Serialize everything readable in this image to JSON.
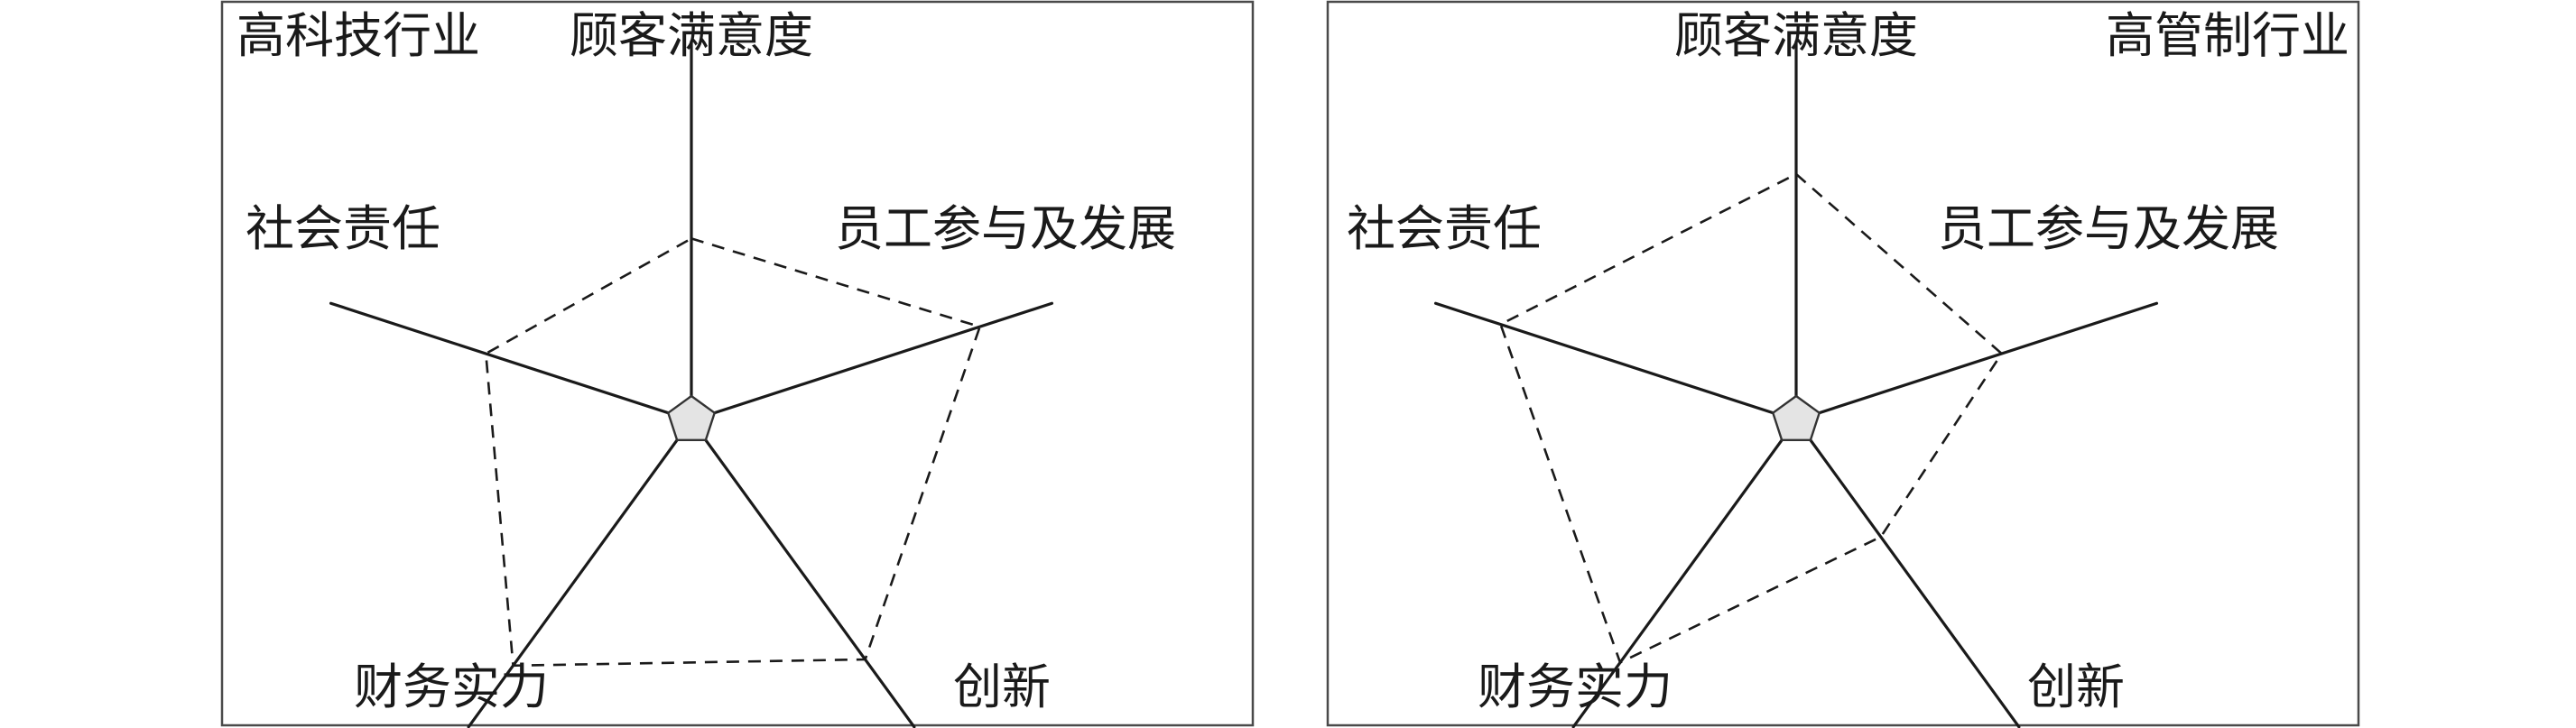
{
  "chart_data": [
    {
      "type": "radar",
      "title": "高科技行业",
      "axes": [
        "顾客满意度",
        "员工参与及发展",
        "创新",
        "财务实力",
        "社会责任"
      ],
      "values": [
        0.48,
        0.8,
        0.78,
        0.8,
        0.57
      ],
      "range": [
        0,
        1
      ],
      "grid": false,
      "legend": "none"
    },
    {
      "type": "radar",
      "title": "高管制行业",
      "axes": [
        "顾客满意度",
        "员工参与及发展",
        "创新",
        "财务实力",
        "社会责任"
      ],
      "values": [
        0.65,
        0.57,
        0.38,
        0.79,
        0.82
      ],
      "range": [
        0,
        1
      ],
      "grid": false,
      "legend": "none"
    }
  ],
  "colors": {
    "frame": "#4a4a4a",
    "axis": "#1a1a1a",
    "polygon": "#1a1a1a",
    "center_fill": "#e4e4e4"
  }
}
